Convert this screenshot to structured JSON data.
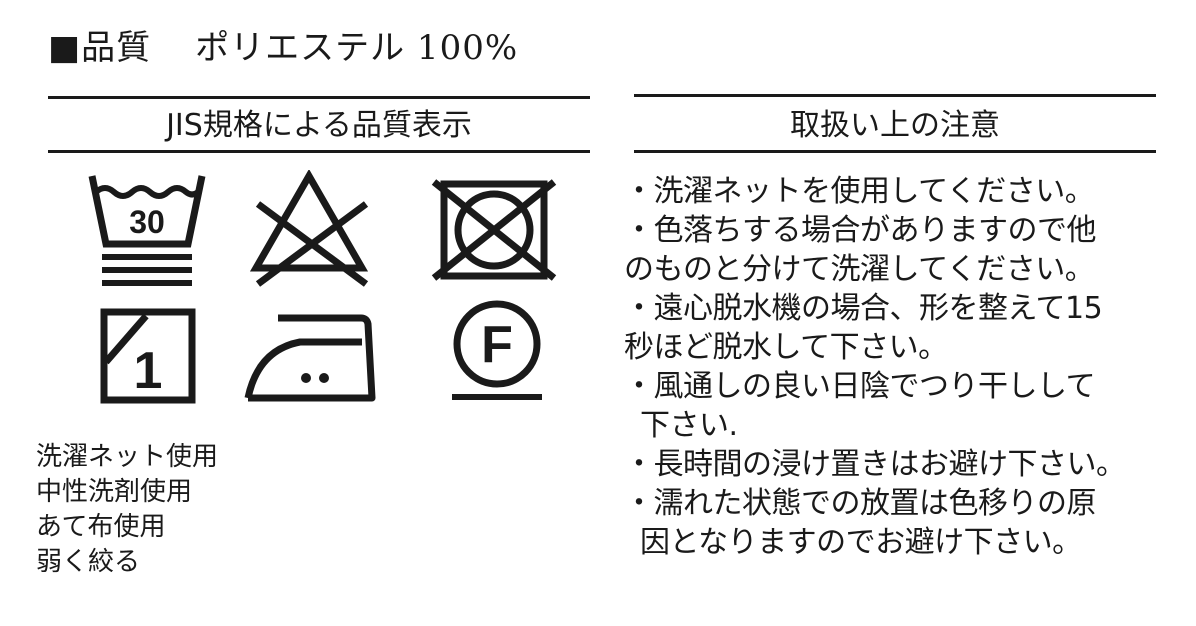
{
  "material": {
    "label": "■品質",
    "value": "ポリエステル 100%"
  },
  "left_section": {
    "title": "JIS規格による品質表示",
    "wash_temp": "30",
    "dry_symbol_digit": "1",
    "dryclean_letter": "F",
    "labels": [
      "洗濯ネット使用",
      "中性洗剤使用",
      "あて布使用",
      "弱く絞る"
    ]
  },
  "right_section": {
    "title": "取扱い上の注意",
    "lines": [
      "・洗濯ネットを使用してください。",
      "・色落ちする場合がありますので他",
      "のものと分けて洗濯してください。",
      "・遠心脱水機の場合、形を整えて15",
      "秒ほど脱水して下さい。",
      "・風通しの良い日陰でつり干しして",
      "下さい.",
      "・長時間の浸け置きはお避け下さい。",
      "・濡れた状態での放置は色移りの原",
      "因となりますのでお避け下さい。"
    ]
  },
  "colors": {
    "ink": "#1a1a1a",
    "background": "#ffffff"
  }
}
